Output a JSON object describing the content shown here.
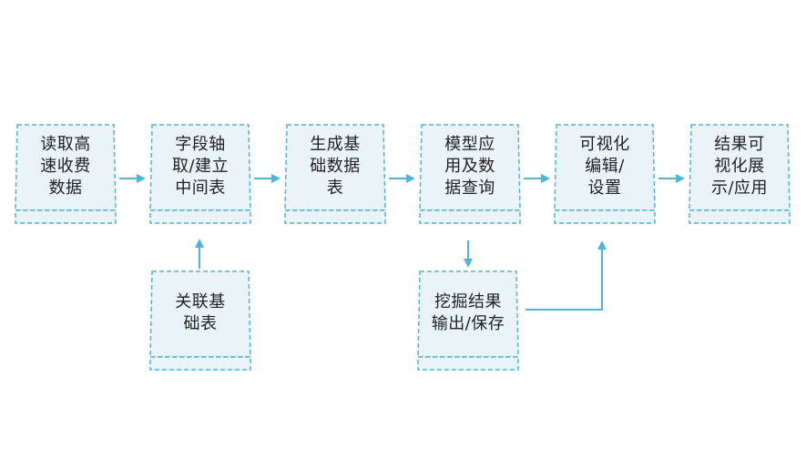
{
  "colors": {
    "box_fill": "#e9f3f8",
    "box_border": "#4fb4d6",
    "arrow": "#4fb4d6",
    "text": "#222222"
  },
  "nodes": [
    {
      "id": "read",
      "label": "读取高\n速收费\n数据"
    },
    {
      "id": "intermediate",
      "label": "字段轴\n取/建立\n中间表"
    },
    {
      "id": "base",
      "label": "生成基\n础数据\n表"
    },
    {
      "id": "model",
      "label": "模型应\n用及数\n据查询"
    },
    {
      "id": "visual",
      "label": "可视化\n编辑/\n设置"
    },
    {
      "id": "display",
      "label": "结果可\n视化展\n示/应用"
    },
    {
      "id": "assoc",
      "label": "关联基\n础表"
    },
    {
      "id": "mining",
      "label": "挖掘结果\n输出/保存"
    }
  ],
  "edges": [
    {
      "from": "read",
      "to": "intermediate"
    },
    {
      "from": "intermediate",
      "to": "base"
    },
    {
      "from": "base",
      "to": "model"
    },
    {
      "from": "model",
      "to": "visual"
    },
    {
      "from": "visual",
      "to": "display"
    },
    {
      "from": "assoc",
      "to": "intermediate"
    },
    {
      "from": "model",
      "to": "mining"
    },
    {
      "from": "mining",
      "to": "visual"
    }
  ]
}
